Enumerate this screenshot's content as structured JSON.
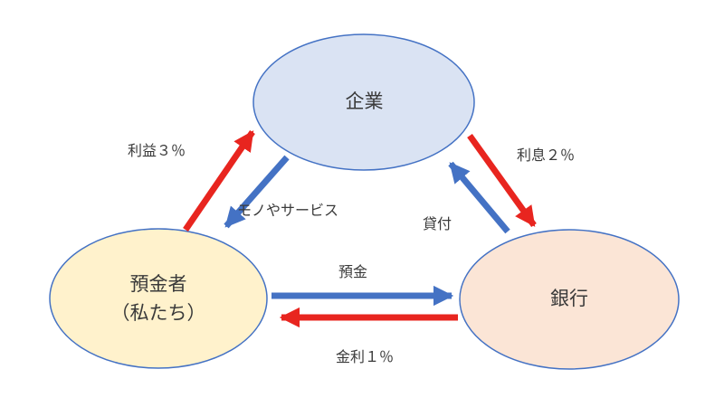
{
  "diagram": {
    "title": "money-flow-cycle",
    "colors": {
      "red": "#e8251f",
      "blue": "#4472c4",
      "text": "#3a3a3a",
      "background": "#ffffff"
    },
    "nodes": {
      "company": {
        "label": "企業",
        "fill": "#dae3f3",
        "border": "#4472c4"
      },
      "depositor": {
        "label": "預金者\n（私たち）",
        "fill": "#fff2cc",
        "border": "#4472c4"
      },
      "bank": {
        "label": "銀行",
        "fill": "#fbe5d6",
        "border": "#4472c4"
      }
    },
    "edges": {
      "profit": {
        "label": "利益３％",
        "color": "#e8251f",
        "from": "depositor",
        "to": "company"
      },
      "goods_services": {
        "label": "モノやサービス",
        "color": "#4472c4",
        "from": "company",
        "to": "depositor"
      },
      "interest_paid_to_bank": {
        "label": "利息２％",
        "color": "#e8251f",
        "from": "company",
        "to": "bank"
      },
      "lending": {
        "label": "貸付",
        "color": "#4472c4",
        "from": "bank",
        "to": "company"
      },
      "deposit": {
        "label": "預金",
        "color": "#4472c4",
        "from": "depositor",
        "to": "bank"
      },
      "interest_paid_to_depositor": {
        "label": "金利１％",
        "color": "#e8251f",
        "from": "bank",
        "to": "depositor"
      }
    }
  }
}
